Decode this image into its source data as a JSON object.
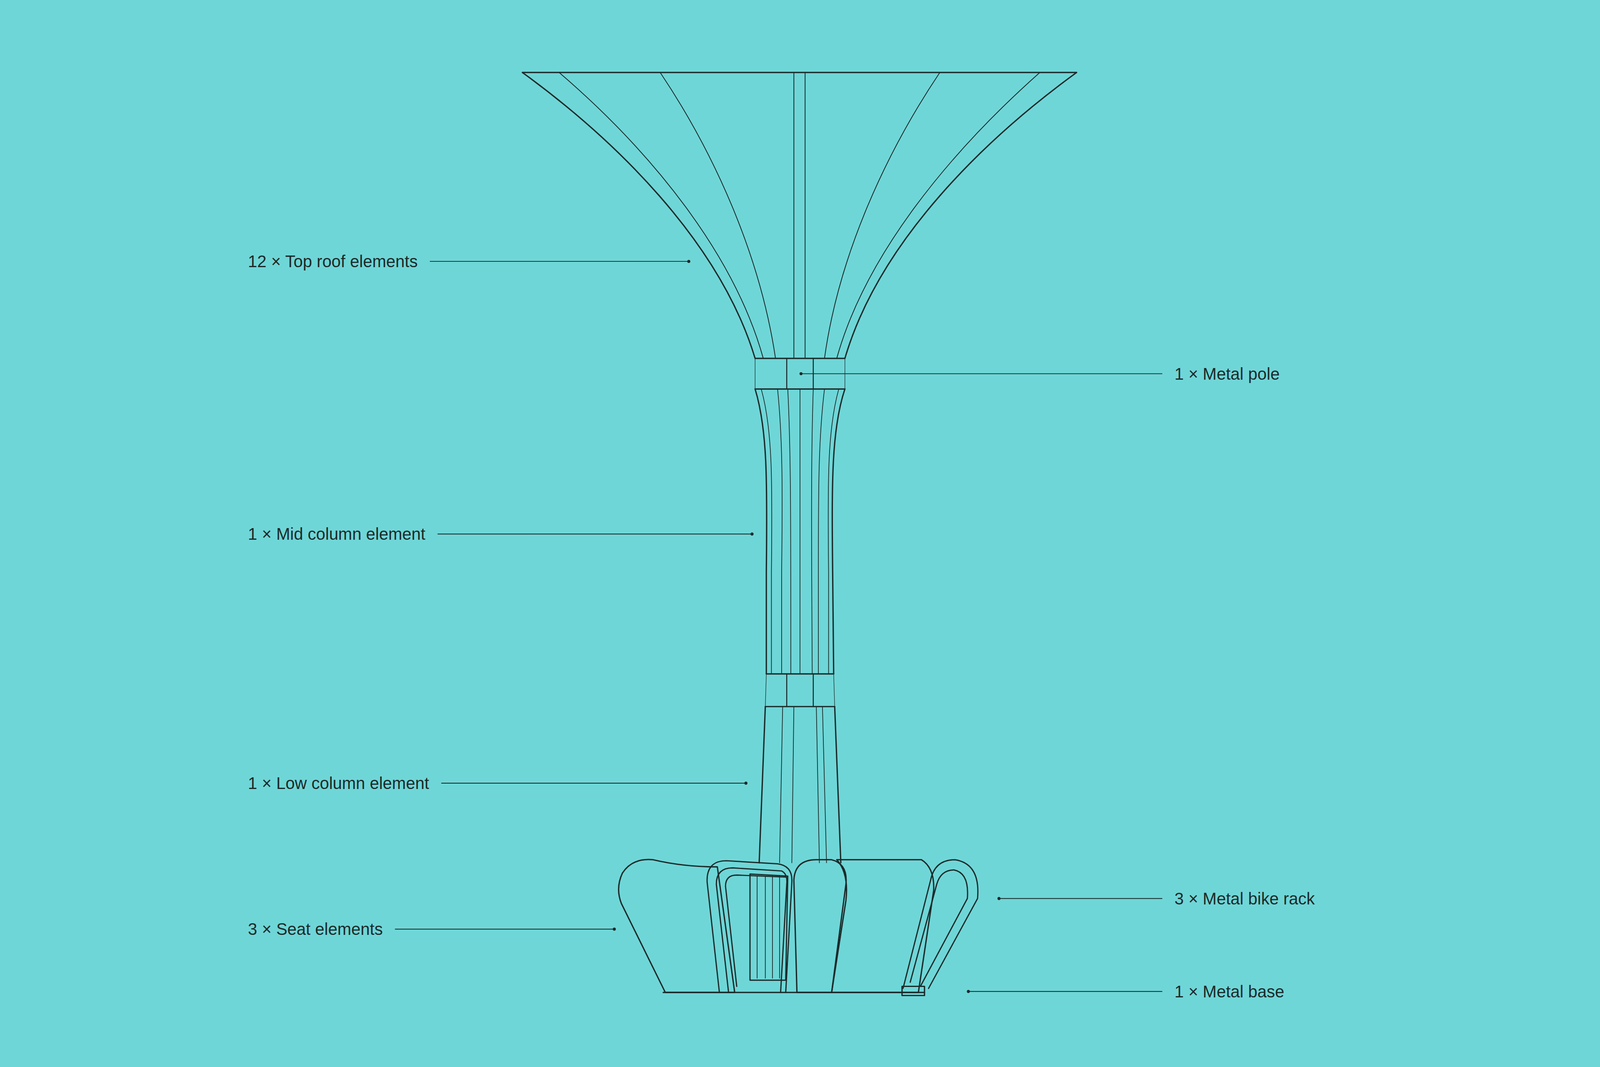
{
  "diagram": {
    "labels": [
      "12 × Top roof elements",
      "1 × Metal pole",
      "1 × Mid column element",
      "1 × Low column element",
      "3 × Metal bike rack",
      "3 × Seat elements",
      "1 × Metal base"
    ]
  }
}
